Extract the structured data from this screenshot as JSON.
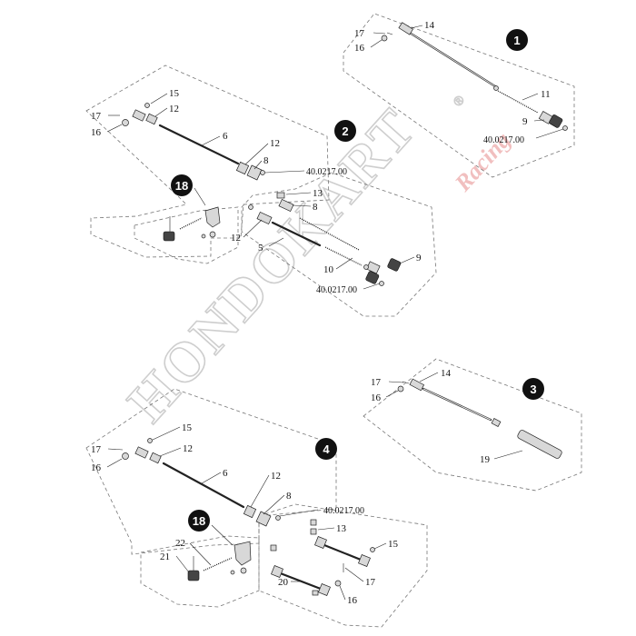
{
  "watermark": {
    "brand": "HONDOKART",
    "registered": "®",
    "sub": "Racing"
  },
  "groups": [
    {
      "id": "1",
      "labels": [
        "17",
        "16",
        "14",
        "11",
        "9",
        "40.0217.00"
      ]
    },
    {
      "id": "2",
      "labels": [
        "17",
        "16",
        "15",
        "12",
        "6",
        "12",
        "8",
        "40.0217.00",
        "13",
        "8",
        "12",
        "5",
        "10",
        "9",
        "40.0217.00"
      ]
    },
    {
      "id": "18",
      "labels": []
    },
    {
      "id": "3",
      "labels": [
        "17",
        "16",
        "14",
        "19"
      ]
    },
    {
      "id": "4",
      "labels": [
        "17",
        "16",
        "15",
        "12",
        "6",
        "12",
        "8",
        "40.0217.00",
        "13",
        "15",
        "17",
        "16",
        "20",
        "21",
        "22"
      ]
    },
    {
      "id": "18",
      "labels": []
    }
  ]
}
